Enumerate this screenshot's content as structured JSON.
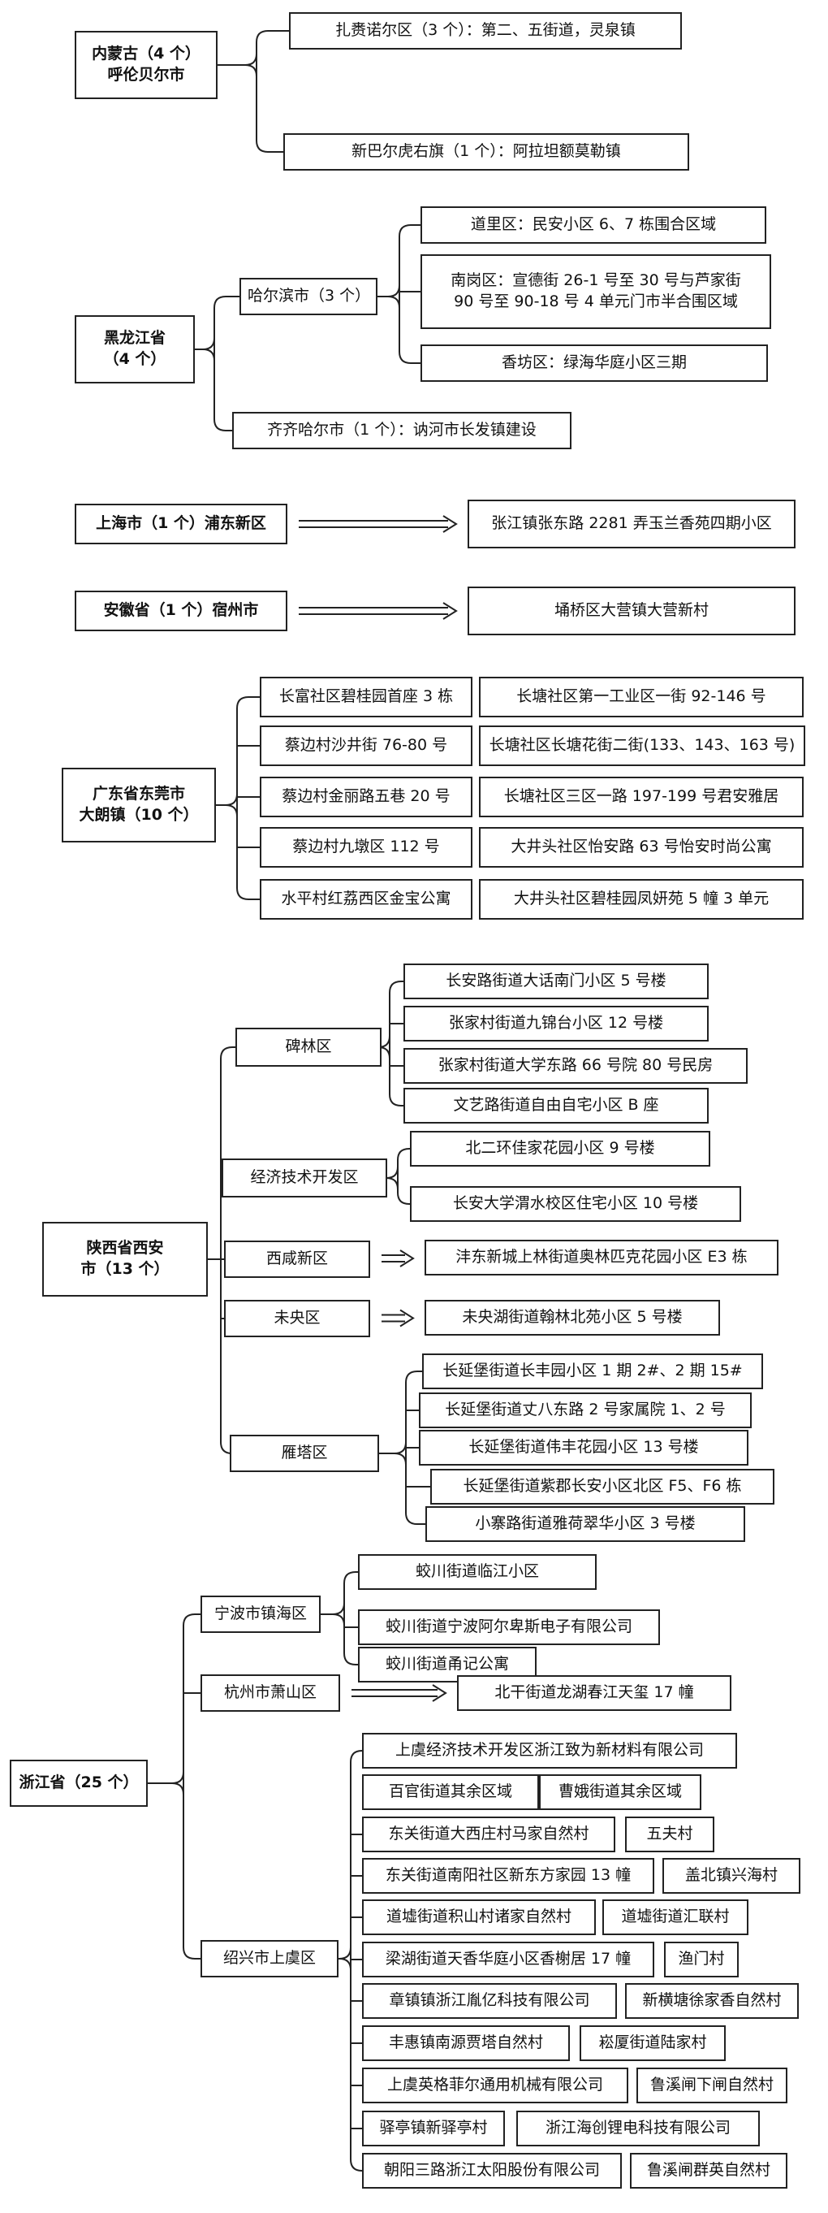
{
  "regions": [
    {
      "name": "内蒙古（4 个）\n呼伦贝尔市",
      "children": [
        {
          "text": "扎赉诺尔区（3 个）：第二、五街道，灵泉镇"
        },
        {
          "text": "新巴尔虎右旗（1 个）：阿拉坦额莫勒镇"
        }
      ]
    },
    {
      "name": "黑龙江省\n（4 个）",
      "children": [
        {
          "text": "哈尔滨市（3 个）",
          "children": [
            {
              "text": "道里区：民安小区 6、7 栋围合区域"
            },
            {
              "text": "南岗区：宣德街 26-1 号至 30 号与芦家街\n90 号至 90-18 号 4 单元门市半合围区域"
            },
            {
              "text": "香坊区：绿海华庭小区三期"
            }
          ]
        },
        {
          "text": "齐齐哈尔市（1 个）：讷河市长发镇建设"
        }
      ]
    },
    {
      "name": "上海市（1 个）浦东新区",
      "children": [
        {
          "text": "张江镇张东路 2281 弄玉兰香苑四期小区"
        }
      ]
    },
    {
      "name": "安徽省（1 个）宿州市",
      "children": [
        {
          "text": "埇桥区大营镇大营新村"
        }
      ]
    },
    {
      "name": "广东省东莞市\n大朗镇（10 个）",
      "children": [
        {
          "text": "长富社区碧桂园首座 3 栋"
        },
        {
          "text": "长塘社区第一工业区一街 92-146 号"
        },
        {
          "text": "蔡边村沙井街 76-80 号"
        },
        {
          "text": "长塘社区长塘花街二街(133、143、163 号)"
        },
        {
          "text": "蔡边村金丽路五巷 20 号"
        },
        {
          "text": "长塘社区三区一路 197-199 号君安雅居"
        },
        {
          "text": "蔡边村九墩区 112 号"
        },
        {
          "text": "大井头社区怡安路 63 号怡安时尚公寓"
        },
        {
          "text": "水平村红荔西区金宝公寓"
        },
        {
          "text": "大井头社区碧桂园凤妍苑 5 幢 3 单元"
        }
      ]
    },
    {
      "name": "陕西省西安\n市（13 个）",
      "children": [
        {
          "text": "碑林区",
          "children": [
            {
              "text": "长安路街道大话南门小区 5 号楼"
            },
            {
              "text": "张家村街道九锦台小区 12 号楼"
            },
            {
              "text": "张家村街道大学东路 66 号院 80 号民房"
            },
            {
              "text": "文艺路街道自由自宅小区 B 座"
            }
          ]
        },
        {
          "text": "经济技术开发区",
          "children": [
            {
              "text": "北二环佳家花园小区 9 号楼"
            },
            {
              "text": "长安大学渭水校区住宅小区 10 号楼"
            }
          ]
        },
        {
          "text": "西咸新区",
          "children": [
            {
              "text": "沣东新城上林街道奥林匹克花园小区 E3 栋"
            }
          ]
        },
        {
          "text": "未央区",
          "children": [
            {
              "text": "未央湖街道翰林北苑小区 5 号楼"
            }
          ]
        },
        {
          "text": "雁塔区",
          "children": [
            {
              "text": "长延堡街道长丰园小区 1 期 2#、2 期 15#"
            },
            {
              "text": "长延堡街道丈八东路 2 号家属院 1、2 号"
            },
            {
              "text": "长延堡街道伟丰花园小区 13 号楼"
            },
            {
              "text": "长延堡街道紫郡长安小区北区 F5、F6 栋"
            },
            {
              "text": "小寨路街道雅荷翠华小区 3 号楼"
            }
          ]
        }
      ]
    },
    {
      "name": "浙江省（25 个）",
      "children": [
        {
          "text": "宁波市镇海区",
          "children": [
            {
              "text": "蛟川街道临江小区"
            },
            {
              "text": "蛟川街道宁波阿尔卑斯电子有限公司"
            },
            {
              "text": "蛟川街道甬记公寓"
            }
          ]
        },
        {
          "text": "杭州市萧山区",
          "children": [
            {
              "text": "北干街道龙湖春江天玺 17 幢"
            }
          ]
        },
        {
          "text": "绍兴市上虞区",
          "children": [
            {
              "text": "上虞经济技术开发区浙江致为新材料有限公司"
            },
            {
              "text": "百官街道其余区域"
            },
            {
              "text": "曹娥街道其余区域"
            },
            {
              "text": "东关街道大西庄村马家自然村"
            },
            {
              "text": "五夫村"
            },
            {
              "text": "东关街道南阳社区新东方家园 13 幢"
            },
            {
              "text": "盖北镇兴海村"
            },
            {
              "text": "道墟街道积山村诸家自然村"
            },
            {
              "text": "道墟街道汇联村"
            },
            {
              "text": "梁湖街道天香华庭小区香榭居 17 幢"
            },
            {
              "text": "渔门村"
            },
            {
              "text": "章镇镇浙江胤亿科技有限公司"
            },
            {
              "text": "新横塘徐家香自然村"
            },
            {
              "text": "丰惠镇南源贾塔自然村"
            },
            {
              "text": "崧厦街道陆家村"
            },
            {
              "text": "上虞英格菲尔通用机械有限公司"
            },
            {
              "text": "鲁溪闸下闸自然村"
            },
            {
              "text": "驿亭镇新驿亭村"
            },
            {
              "text": "浙江海创锂电科技有限公司"
            },
            {
              "text": "朝阳三路浙江太阳股份有限公司"
            },
            {
              "text": "鲁溪闸群英自然村"
            }
          ]
        }
      ]
    }
  ]
}
